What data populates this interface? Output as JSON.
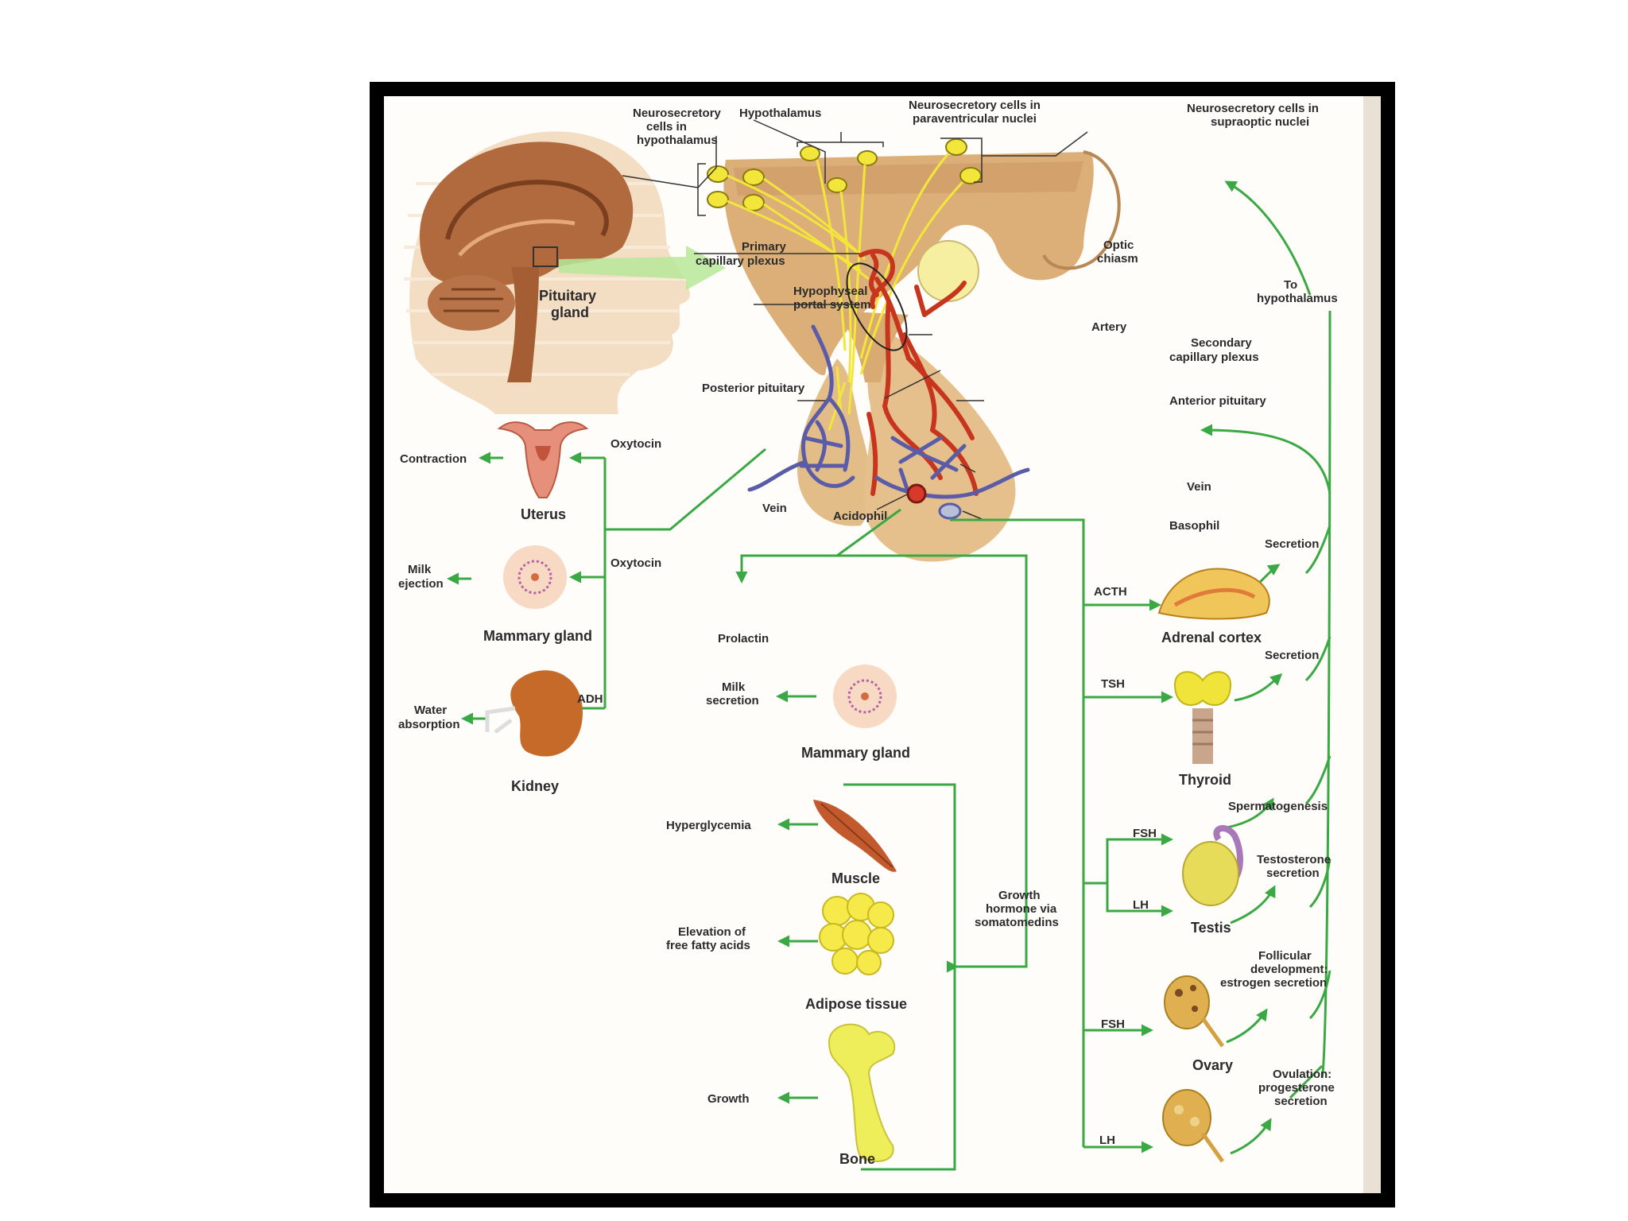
{
  "colors": {
    "arrow": "#3aa843",
    "artery": "#c8351f",
    "vein": "#5a5ca8",
    "neuron": "#f3e63a",
    "tissue": "#e8c28e"
  },
  "head": {
    "pituitary_label_1": "Pituitary",
    "pituitary_label_2": "gland"
  },
  "hypothalamus": {
    "neurosecretory_1": "Neurosecretory",
    "neurosecretory_2": "cells in",
    "neurosecretory_3": "hypothalamus",
    "hypothalamus": "Hypothalamus",
    "paraventricular_1": "Neurosecretory cells in",
    "paraventricular_2": "paraventricular nuclei",
    "supraoptic_1": "Neurosecretory cells in",
    "supraoptic_2": "supraoptic nuclei",
    "primary_plexus_1": "Primary",
    "primary_plexus_2": "capillary plexus",
    "optic_1": "Optic",
    "optic_2": "chiasm",
    "to_hypothalamus_1": "To",
    "to_hypothalamus_2": "hypothalamus",
    "portal_1": "Hypophyseal",
    "portal_2": "portal system",
    "artery": "Artery",
    "secondary_1": "Secondary",
    "secondary_2": "capillary plexus",
    "posterior": "Posterior pituitary",
    "anterior": "Anterior pituitary",
    "vein_left": "Vein",
    "vein_right": "Vein",
    "acidophil": "Acidophil",
    "basophil": "Basophil"
  },
  "posterior_targets": {
    "contraction": "Contraction",
    "oxytocin_1": "Oxytocin",
    "uterus": "Uterus",
    "milk_ejection_1": "Milk",
    "milk_ejection_2": "ejection",
    "oxytocin_2": "Oxytocin",
    "mammary": "Mammary gland",
    "water_1": "Water",
    "water_2": "absorption",
    "adh": "ADH",
    "kidney": "Kidney"
  },
  "acidophil_targets": {
    "prolactin": "Prolactin",
    "milk_sec_1": "Milk",
    "milk_sec_2": "secretion",
    "mammary": "Mammary gland",
    "hyperglycemia": "Hyperglycemia",
    "muscle": "Muscle",
    "gh_1": "Growth",
    "gh_2": "hormone via",
    "gh_3": "somatomedins",
    "ffa_1": "Elevation of",
    "ffa_2": "free fatty acids",
    "adipose": "Adipose tissue",
    "growth": "Growth",
    "bone": "Bone"
  },
  "basophil_targets": {
    "acth": "ACTH",
    "secretion_1": "Secretion",
    "adrenal": "Adrenal cortex",
    "tsh": "TSH",
    "secretion_2": "Secretion",
    "thyroid": "Thyroid",
    "spermatogenesis": "Spermatogenesis",
    "fsh_1": "FSH",
    "testosterone_1": "Testosterone",
    "testosterone_2": "secretion",
    "lh_1": "LH",
    "testis": "Testis",
    "follicular_1": "Follicular",
    "follicular_2": "development:",
    "follicular_3": "estrogen secretion",
    "fsh_2": "FSH",
    "ovary": "Ovary",
    "ovulation_1": "Ovulation:",
    "ovulation_2": "progesterone",
    "ovulation_3": "secretion",
    "lh_2": "LH"
  }
}
